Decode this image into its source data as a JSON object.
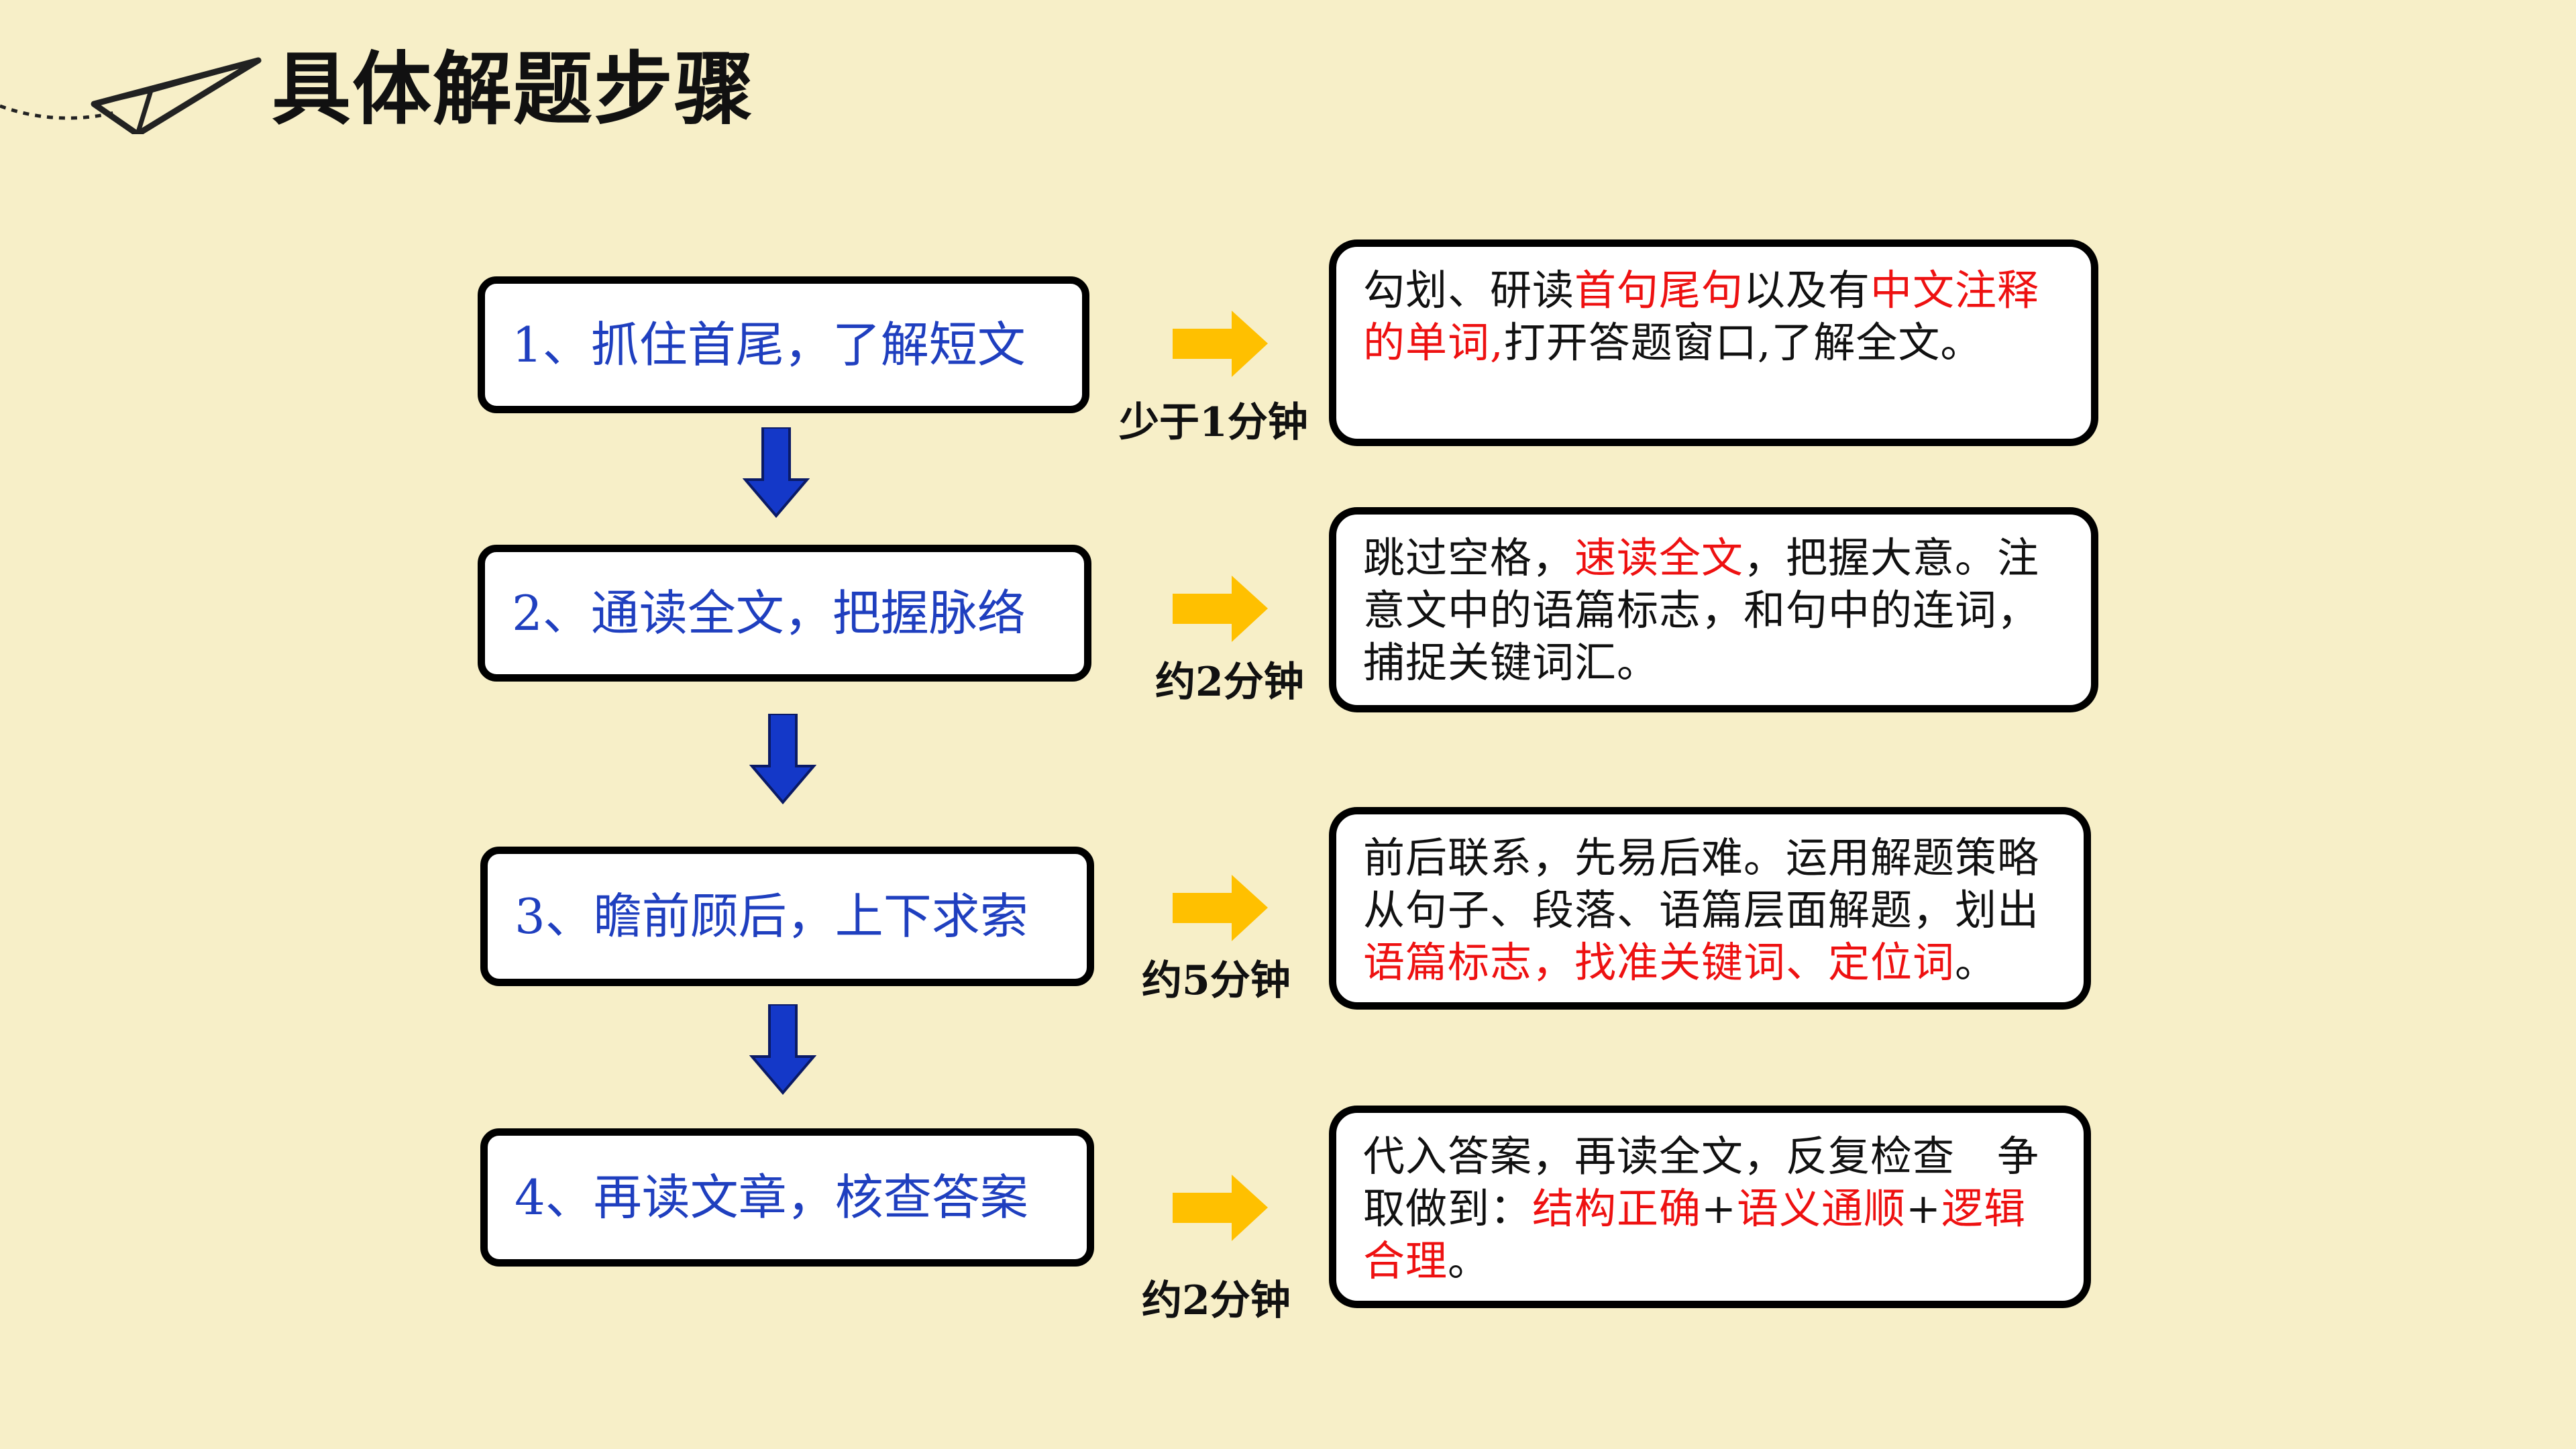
{
  "title": "具体解题步骤",
  "steps": [
    {
      "label": "1、抓住首尾，了解短文",
      "time": "少于1分钟",
      "detail": [
        {
          "text": "勾划、研读",
          "red": false
        },
        {
          "text": "首句尾句",
          "red": true
        },
        {
          "text": "以及有",
          "red": false
        },
        {
          "text": "中文注释的单词,",
          "red": true
        },
        {
          "text": "打开答题窗口,了解全文。",
          "red": false
        }
      ]
    },
    {
      "label": "2、通读全文，把握脉络",
      "time": "约2分钟",
      "detail": [
        {
          "text": "跳过空格，",
          "red": false
        },
        {
          "text": "速读全文",
          "red": true
        },
        {
          "text": "，把握大意。注意文中的语篇标志，和句中的连词，捕捉关键词汇。",
          "red": false
        }
      ]
    },
    {
      "label": "3、瞻前顾后，上下求索",
      "time": "约5分钟",
      "detail": [
        {
          "text": "前后联系，先易后难。运用解题策略从句子、段落、语篇层面解题，划出",
          "red": false
        },
        {
          "text": "语篇标志，找准关键词、定位词",
          "red": true
        },
        {
          "text": "。",
          "red": false
        }
      ]
    },
    {
      "label": "4、再读文章，核查答案",
      "time": "约2分钟",
      "detail": [
        {
          "text": "代入答案，再读全文，反复检查　争取做到：",
          "red": false
        },
        {
          "text": "结构正确",
          "red": true
        },
        {
          "text": "+",
          "red": false
        },
        {
          "text": "语义通顺",
          "red": true
        },
        {
          "text": "+",
          "red": false
        },
        {
          "text": "逻辑合理",
          "red": true
        },
        {
          "text": "。",
          "red": false
        }
      ]
    }
  ],
  "colors": {
    "background": "#f7efc8",
    "step_text": "#1f3fbf",
    "highlight": "#ee1111",
    "down_arrow": "#1438c8",
    "right_arrow": "#ffc000"
  },
  "icons": {
    "title_icon": "paper-plane-icon",
    "down_arrow": "arrow-down-icon",
    "right_arrow": "arrow-right-icon"
  }
}
